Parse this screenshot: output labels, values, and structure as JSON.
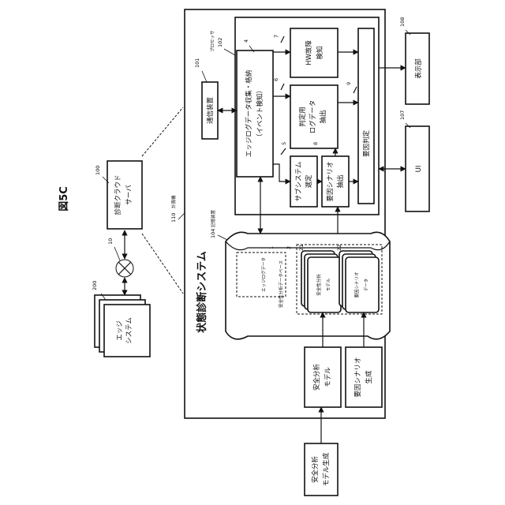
{
  "figure": {
    "label": "図5C"
  },
  "edge_system": {
    "label_line1": "エッジ",
    "label_line2": "システム",
    "ref": "200"
  },
  "network": {
    "ref": "10"
  },
  "cloud_server": {
    "label_line1": "診断クラウド",
    "label_line2": "サーバ",
    "ref": "100"
  },
  "computer": {
    "label": "計算機",
    "ref": "110"
  },
  "system": {
    "title": "状態診断システム"
  },
  "processor": {
    "label": "プロセッサ",
    "ref": "102"
  },
  "comm_device": {
    "label": "通信装置",
    "ref": "101"
  },
  "log_collect": {
    "label_line1": "エッジログデータ収集・格納",
    "label_line2": "（イベント検知）",
    "ref": "4"
  },
  "hw_detect": {
    "label_line1": "HW故障",
    "label_line2": "検知",
    "ref": "7"
  },
  "log_extract": {
    "label_line1": "判定用",
    "label_line2": "ログデータ",
    "label_line3": "抽出",
    "ref": "6"
  },
  "factor_judge": {
    "label": "要因判定",
    "ref": "9"
  },
  "subsystem": {
    "label_line1": "サブシステム",
    "label_line2": "選定",
    "ref": "5"
  },
  "scenario_extract": {
    "label_line1": "要因シナリオ",
    "label_line2": "抽出",
    "ref": "8"
  },
  "display": {
    "label": "表示部",
    "ref": "108"
  },
  "ui": {
    "label": "UI",
    "ref": "107"
  },
  "storage": {
    "label": "記憶装置",
    "ref": "104"
  },
  "edge_log": {
    "label": "エッジログデータ",
    "ref": "1"
  },
  "safety_db": {
    "label": "安全性分析データベース",
    "ref": "2"
  },
  "safety_model": {
    "label_line1": "安全性分析",
    "label_line2": "モデル",
    "ref": "21"
  },
  "scenario_data": {
    "label_line1": "要因シナリオ",
    "label_line2": "データ",
    "ref": "22"
  },
  "model_gen_inner": {
    "label_line1": "安全分析",
    "label_line2": "モデル"
  },
  "scenario_gen": {
    "label_line1": "要因シナリオ",
    "label_line2": "生成"
  },
  "model_gen_outer": {
    "label_line1": "安全分析",
    "label_line2": "モデル生成"
  }
}
